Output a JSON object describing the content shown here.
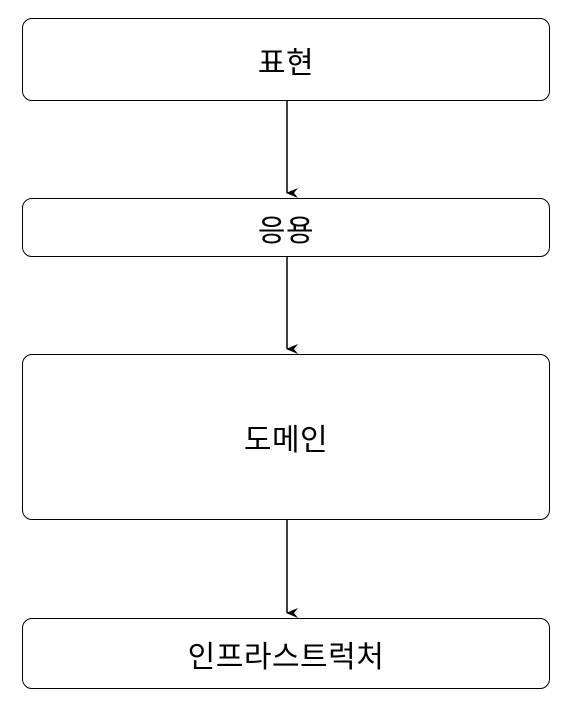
{
  "layers": [
    {
      "label": "표현"
    },
    {
      "label": "응용"
    },
    {
      "label": "도메인"
    },
    {
      "label": "인프라스트럭처"
    }
  ]
}
